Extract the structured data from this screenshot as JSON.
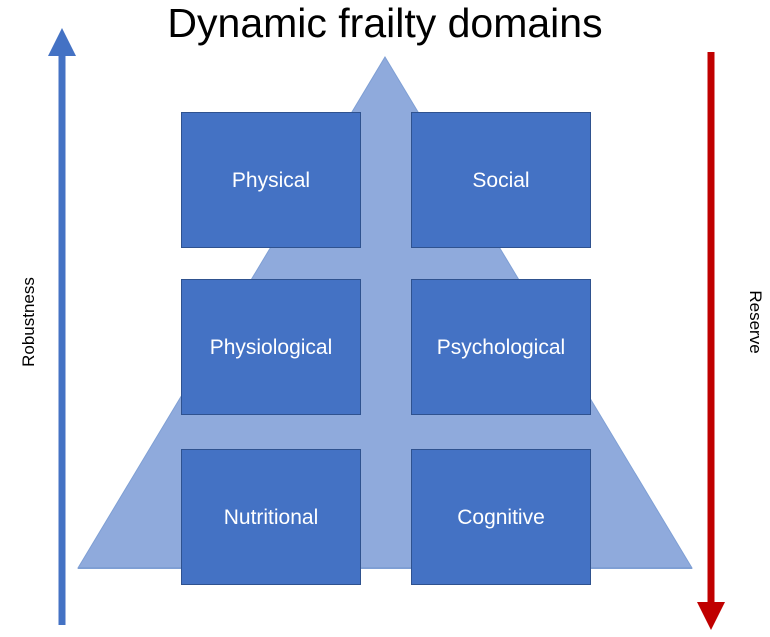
{
  "title": "Dynamic frailty domains",
  "axes": {
    "left": {
      "label": "Robustness",
      "color": "#4472c4",
      "direction": "up"
    },
    "right": {
      "label": "Reserve",
      "color": "#c00000",
      "direction": "down"
    }
  },
  "pyramid": {
    "fill": "#8faadc",
    "stroke": "#7f9fd4"
  },
  "boxes": [
    {
      "id": "physical",
      "label": "Physical"
    },
    {
      "id": "social",
      "label": "Social"
    },
    {
      "id": "physiological",
      "label": "Physiological"
    },
    {
      "id": "psychological",
      "label": "Psychological"
    },
    {
      "id": "nutritional",
      "label": "Nutritional"
    },
    {
      "id": "cognitive",
      "label": "Cognitive"
    }
  ],
  "colors": {
    "box_fill": "#4472c4",
    "box_text": "#ffffff",
    "title_text": "#000000",
    "background": "#ffffff"
  }
}
